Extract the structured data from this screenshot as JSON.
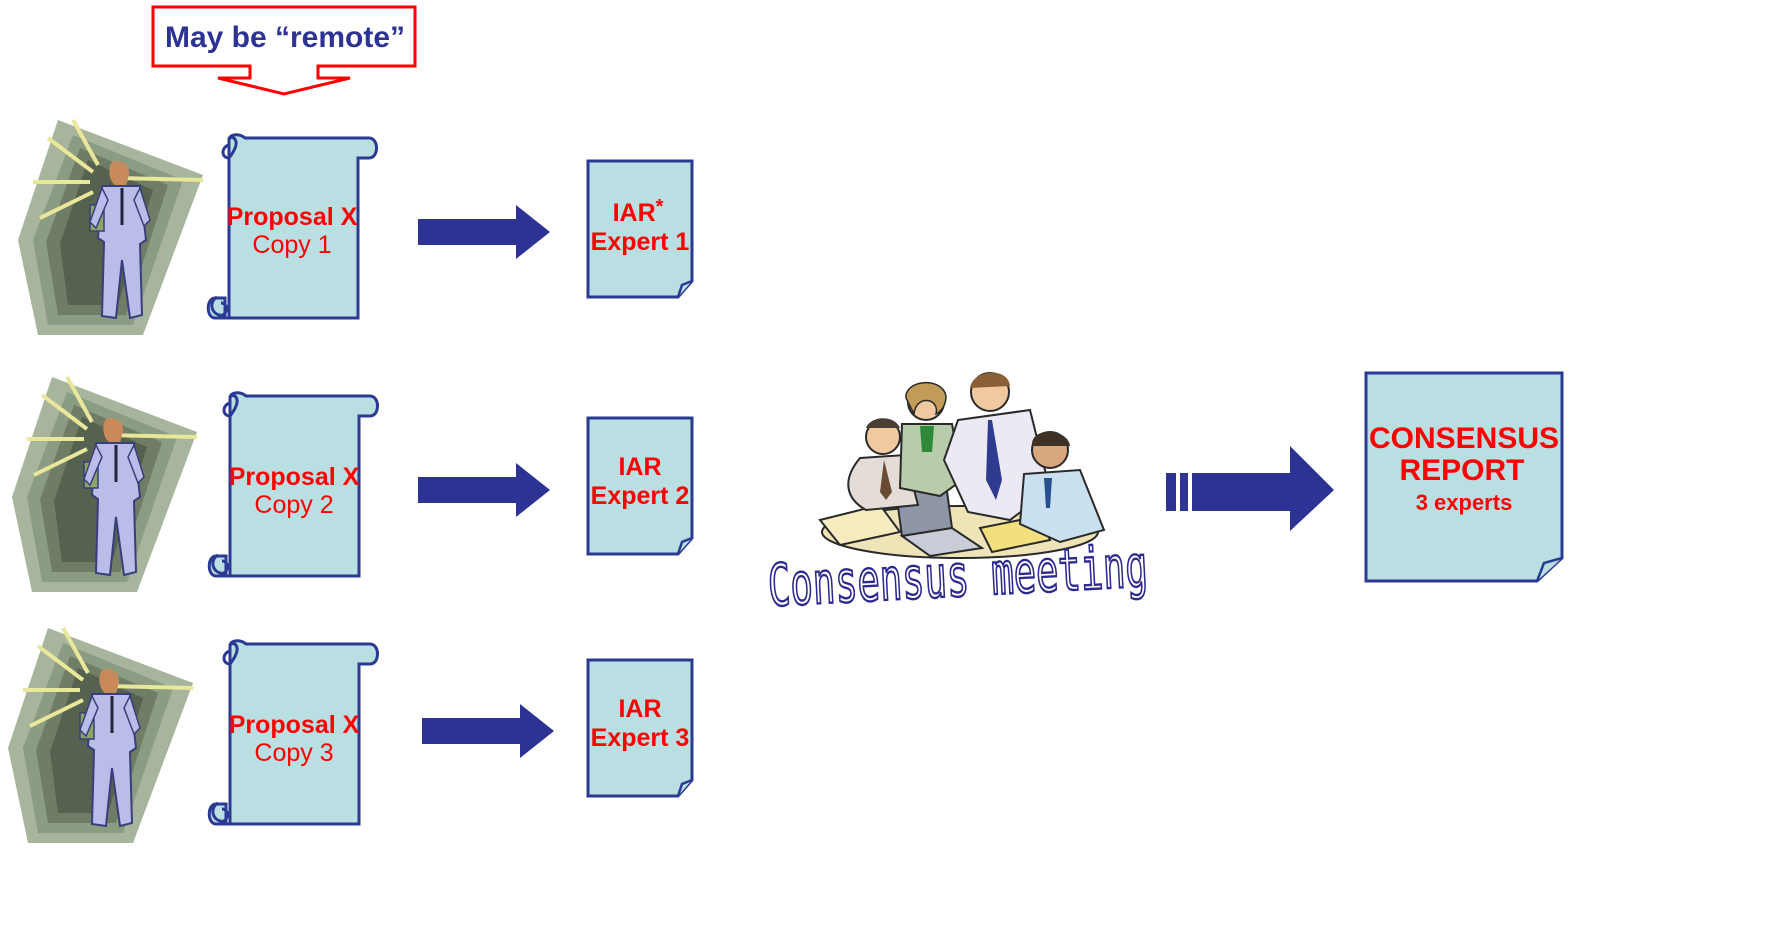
{
  "callout": {
    "text": "May be “remote”"
  },
  "experts": [
    {
      "icon": "expert-figure-icon",
      "proposal_title": "Proposal X",
      "proposal_copy": "Copy 1",
      "iar_line1": "IAR",
      "iar_marker": "*",
      "iar_line2": "Expert 1"
    },
    {
      "icon": "expert-figure-icon",
      "proposal_title": "Proposal X",
      "proposal_copy": "Copy 2",
      "iar_line1": "IAR",
      "iar_marker": "",
      "iar_line2": "Expert 2"
    },
    {
      "icon": "expert-figure-icon",
      "proposal_title": "Proposal X",
      "proposal_copy": "Copy 3",
      "iar_line1": "IAR",
      "iar_marker": "",
      "iar_line2": "Expert 3"
    }
  ],
  "meeting": {
    "icon": "people-meeting-icon",
    "label": "Consensus meeting"
  },
  "report": {
    "line1": "CONSENSUS",
    "line2": "REPORT",
    "line3": "3 experts"
  },
  "colors": {
    "document_fill": "#b9dfe2",
    "document_stroke": "#2b3a93",
    "arrow": "#2d3395",
    "label_red": "#ff0000",
    "callout_text": "#2d3395",
    "callout_border": "#ff0000",
    "meeting_text": "#2d2a8f"
  }
}
